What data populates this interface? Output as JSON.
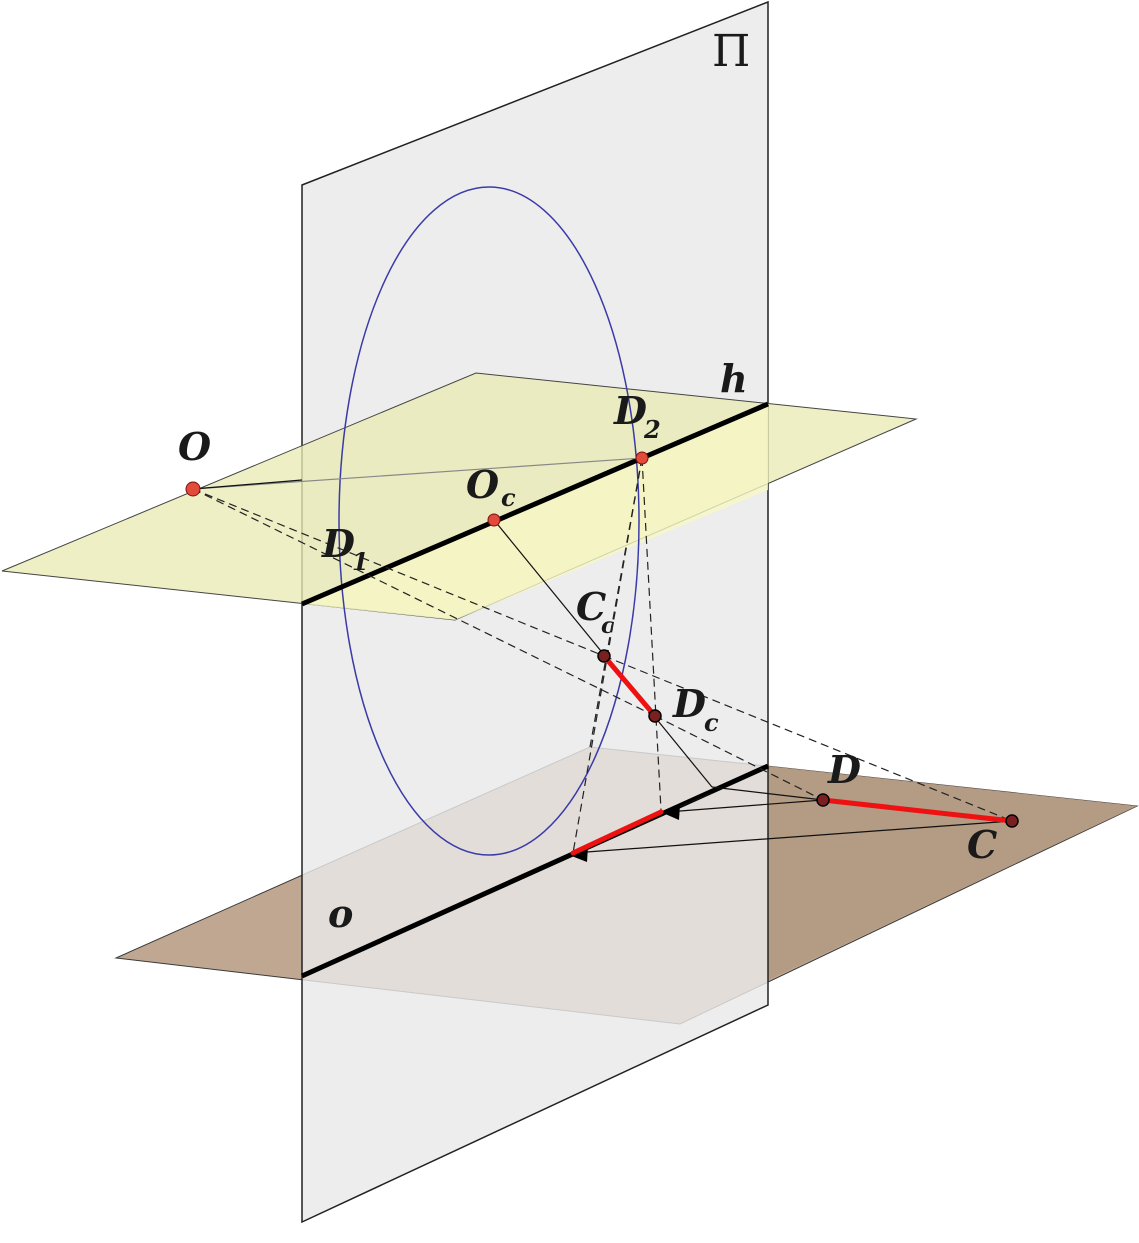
{
  "diagram": {
    "plane_label": "Π",
    "line_labels": {
      "horizon": "h",
      "ground": "o"
    },
    "points": {
      "O": "O",
      "Oc": {
        "main": "O",
        "sub": "c"
      },
      "D1": {
        "main": "D",
        "sub": "1"
      },
      "D2": {
        "main": "D",
        "sub": "2"
      },
      "Cc": {
        "main": "C",
        "sub": "c"
      },
      "Dc": {
        "main": "D",
        "sub": "c"
      },
      "D": "D",
      "C": "C"
    },
    "colors": {
      "picture_plane": "#ececec",
      "horizon_plane": "#f2f2c4",
      "ground_plane": "#b8a08a",
      "circle": "#3a3aa0",
      "segment": "#ee1111",
      "lines": "#111111"
    }
  }
}
